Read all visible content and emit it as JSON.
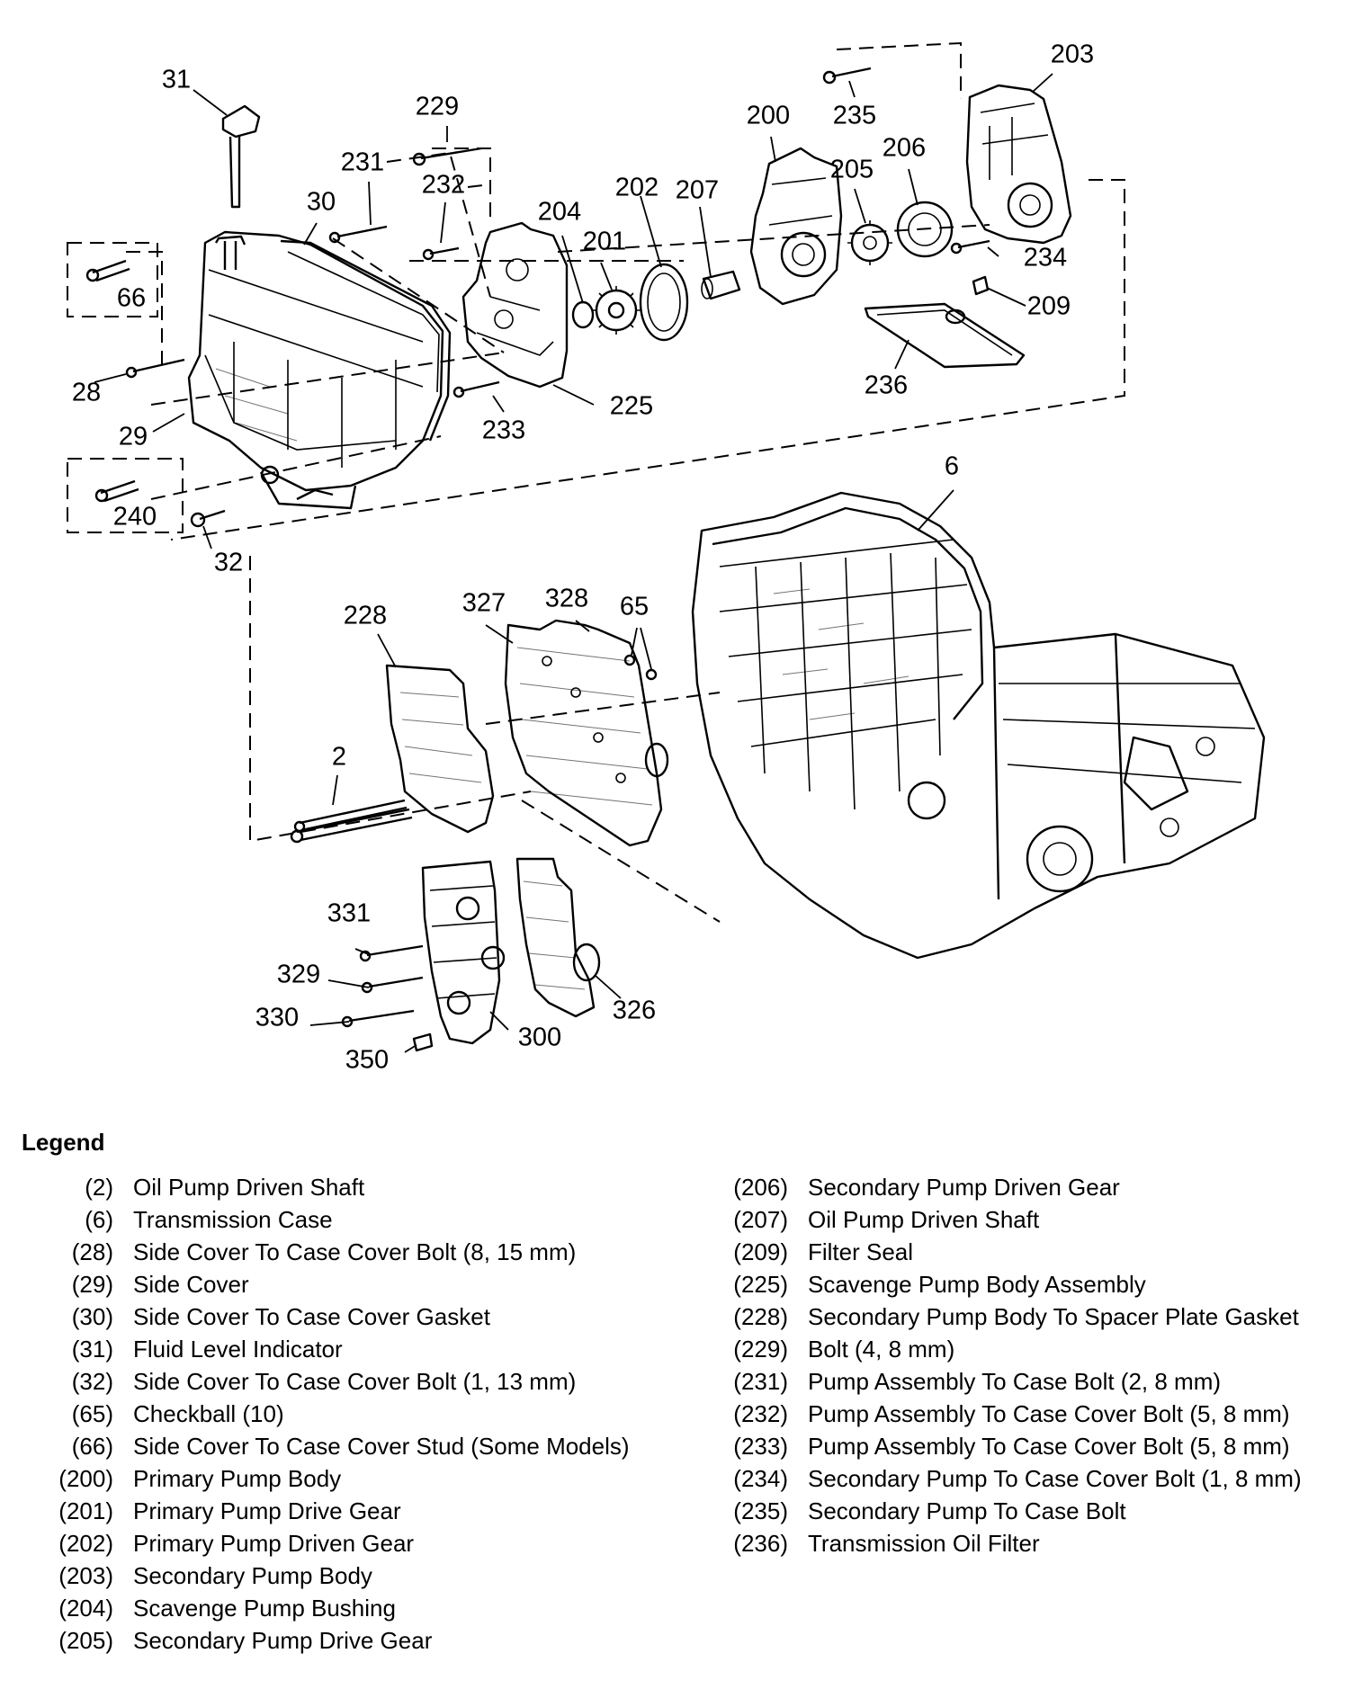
{
  "callouts": [
    {
      "id": "c31",
      "text": "31"
    },
    {
      "id": "c229",
      "text": "229"
    },
    {
      "id": "c231",
      "text": "231"
    },
    {
      "id": "c232",
      "text": "232"
    },
    {
      "id": "c30",
      "text": "30"
    },
    {
      "id": "c204",
      "text": "204"
    },
    {
      "id": "c202",
      "text": "202"
    },
    {
      "id": "c207",
      "text": "207"
    },
    {
      "id": "c201",
      "text": "201"
    },
    {
      "id": "c200",
      "text": "200"
    },
    {
      "id": "c205",
      "text": "205"
    },
    {
      "id": "c206",
      "text": "206"
    },
    {
      "id": "c235",
      "text": "235"
    },
    {
      "id": "c203",
      "text": "203"
    },
    {
      "id": "c234",
      "text": "234"
    },
    {
      "id": "c209",
      "text": "209"
    },
    {
      "id": "c236",
      "text": "236"
    },
    {
      "id": "c66",
      "text": "66"
    },
    {
      "id": "c28",
      "text": "28"
    },
    {
      "id": "c29",
      "text": "29"
    },
    {
      "id": "c233",
      "text": "233"
    },
    {
      "id": "c225",
      "text": "225"
    },
    {
      "id": "c240",
      "text": "240"
    },
    {
      "id": "c32",
      "text": "32"
    },
    {
      "id": "c6",
      "text": "6"
    },
    {
      "id": "c228",
      "text": "228"
    },
    {
      "id": "c327",
      "text": "327"
    },
    {
      "id": "c328",
      "text": "328"
    },
    {
      "id": "c65",
      "text": "65"
    },
    {
      "id": "c2",
      "text": "2"
    },
    {
      "id": "c331",
      "text": "331"
    },
    {
      "id": "c329",
      "text": "329"
    },
    {
      "id": "c330",
      "text": "330"
    },
    {
      "id": "c350",
      "text": "350"
    },
    {
      "id": "c300",
      "text": "300"
    },
    {
      "id": "c326",
      "text": "326"
    }
  ],
  "legend": {
    "title": "Legend",
    "left": [
      {
        "num": "(2)",
        "desc": "Oil Pump Driven Shaft"
      },
      {
        "num": "(6)",
        "desc": "Transmission Case"
      },
      {
        "num": "(28)",
        "desc": "Side Cover To Case Cover Bolt (8, 15 mm)"
      },
      {
        "num": "(29)",
        "desc": "Side Cover"
      },
      {
        "num": "(30)",
        "desc": "Side Cover To Case Cover Gasket"
      },
      {
        "num": "(31)",
        "desc": "Fluid Level Indicator"
      },
      {
        "num": "(32)",
        "desc": "Side Cover To Case Cover Bolt (1, 13 mm)"
      },
      {
        "num": "(65)",
        "desc": "Checkball (10)"
      },
      {
        "num": "(66)",
        "desc": "Side Cover To Case Cover Stud (Some Models)"
      },
      {
        "num": "(200)",
        "desc": "Primary Pump Body"
      },
      {
        "num": "(201)",
        "desc": "Primary Pump Drive Gear"
      },
      {
        "num": "(202)",
        "desc": "Primary Pump Driven Gear"
      },
      {
        "num": "(203)",
        "desc": "Secondary Pump Body"
      },
      {
        "num": "(204)",
        "desc": "Scavenge Pump Bushing"
      },
      {
        "num": "(205)",
        "desc": "Secondary Pump Drive Gear"
      }
    ],
    "right": [
      {
        "num": "(206)",
        "desc": "Secondary Pump Driven Gear"
      },
      {
        "num": "(207)",
        "desc": "Oil Pump Driven Shaft"
      },
      {
        "num": "(209)",
        "desc": "Filter Seal"
      },
      {
        "num": "(225)",
        "desc": "Scavenge Pump Body Assembly"
      },
      {
        "num": "(228)",
        "desc": "Secondary Pump Body To Spacer Plate Gasket"
      },
      {
        "num": "(229)",
        "desc": "Bolt (4, 8 mm)"
      },
      {
        "num": "(231)",
        "desc": "Pump Assembly To Case Bolt (2, 8 mm)"
      },
      {
        "num": "(232)",
        "desc": "Pump Assembly To Case Cover Bolt (5, 8 mm)"
      },
      {
        "num": "(233)",
        "desc": "Pump Assembly To Case Cover Bolt (5, 8 mm)"
      },
      {
        "num": "(234)",
        "desc": "Secondary Pump To Case Cover Bolt (1, 8 mm)"
      },
      {
        "num": "(235)",
        "desc": "Secondary Pump To Case Bolt"
      },
      {
        "num": "(236)",
        "desc": "Transmission Oil Filter"
      }
    ]
  }
}
